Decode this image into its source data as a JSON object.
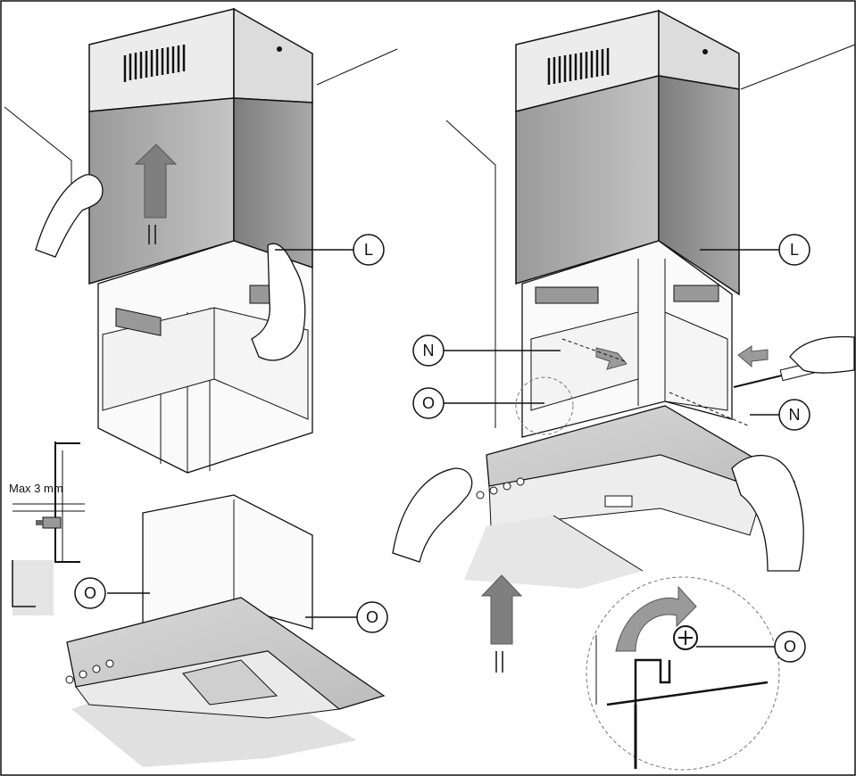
{
  "labels": {
    "L": "L",
    "N": "N",
    "O": "O"
  },
  "dimension": {
    "max_gap": "Max 3 mm"
  },
  "colors": {
    "line": "#111111",
    "steel_dark": "#8a8a8a",
    "steel_mid": "#b3b3b3",
    "steel_light": "#d6d6d6",
    "arrow_fill": "#8c8c8c",
    "shadow": "#e2e2e2"
  },
  "icons": [
    "up-arrow-icon",
    "right-arrow-icon",
    "left-arrow-icon",
    "curved-arrow-icon",
    "hand-icon",
    "screwdriver-icon",
    "screw-icon"
  ]
}
